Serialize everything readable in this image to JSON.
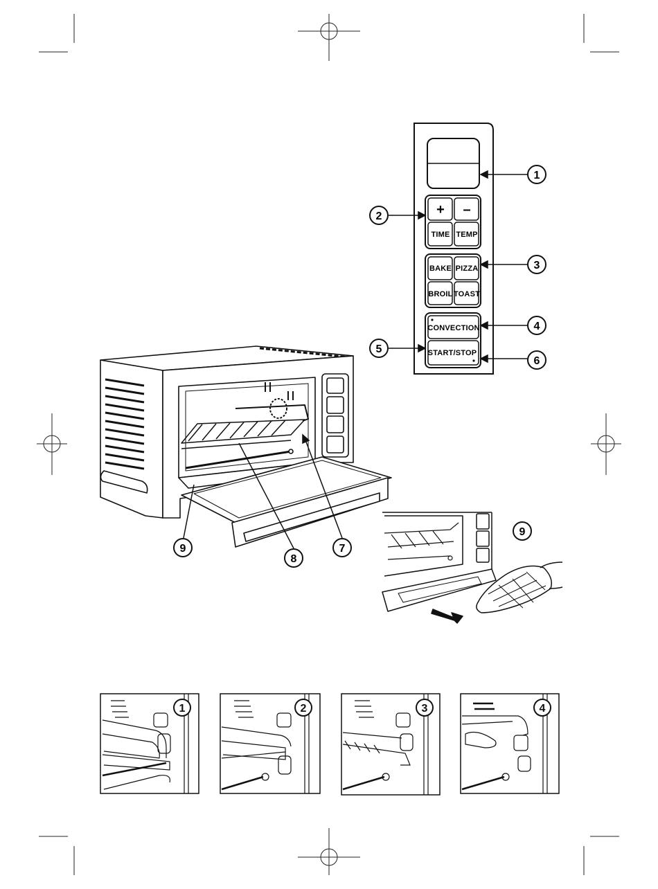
{
  "control_panel": {
    "display_label": "",
    "plus": "+",
    "minus": "–",
    "time": "TIME",
    "temp": "TEMP",
    "bake": "BAKE",
    "pizza": "PIZZA",
    "broil": "BROIL",
    "toast": "TOAST",
    "convection": "CONVECTION",
    "start_stop": "START/STOP"
  },
  "callouts": {
    "c1": "1",
    "c2": "2",
    "c3": "3",
    "c4": "4",
    "c5": "5",
    "c6": "6",
    "c7": "7",
    "c8": "8",
    "c9": "9",
    "c9_inset": "9"
  },
  "rack_positions": {
    "p1": "1",
    "p2": "2",
    "p3": "3",
    "p4": "4"
  }
}
